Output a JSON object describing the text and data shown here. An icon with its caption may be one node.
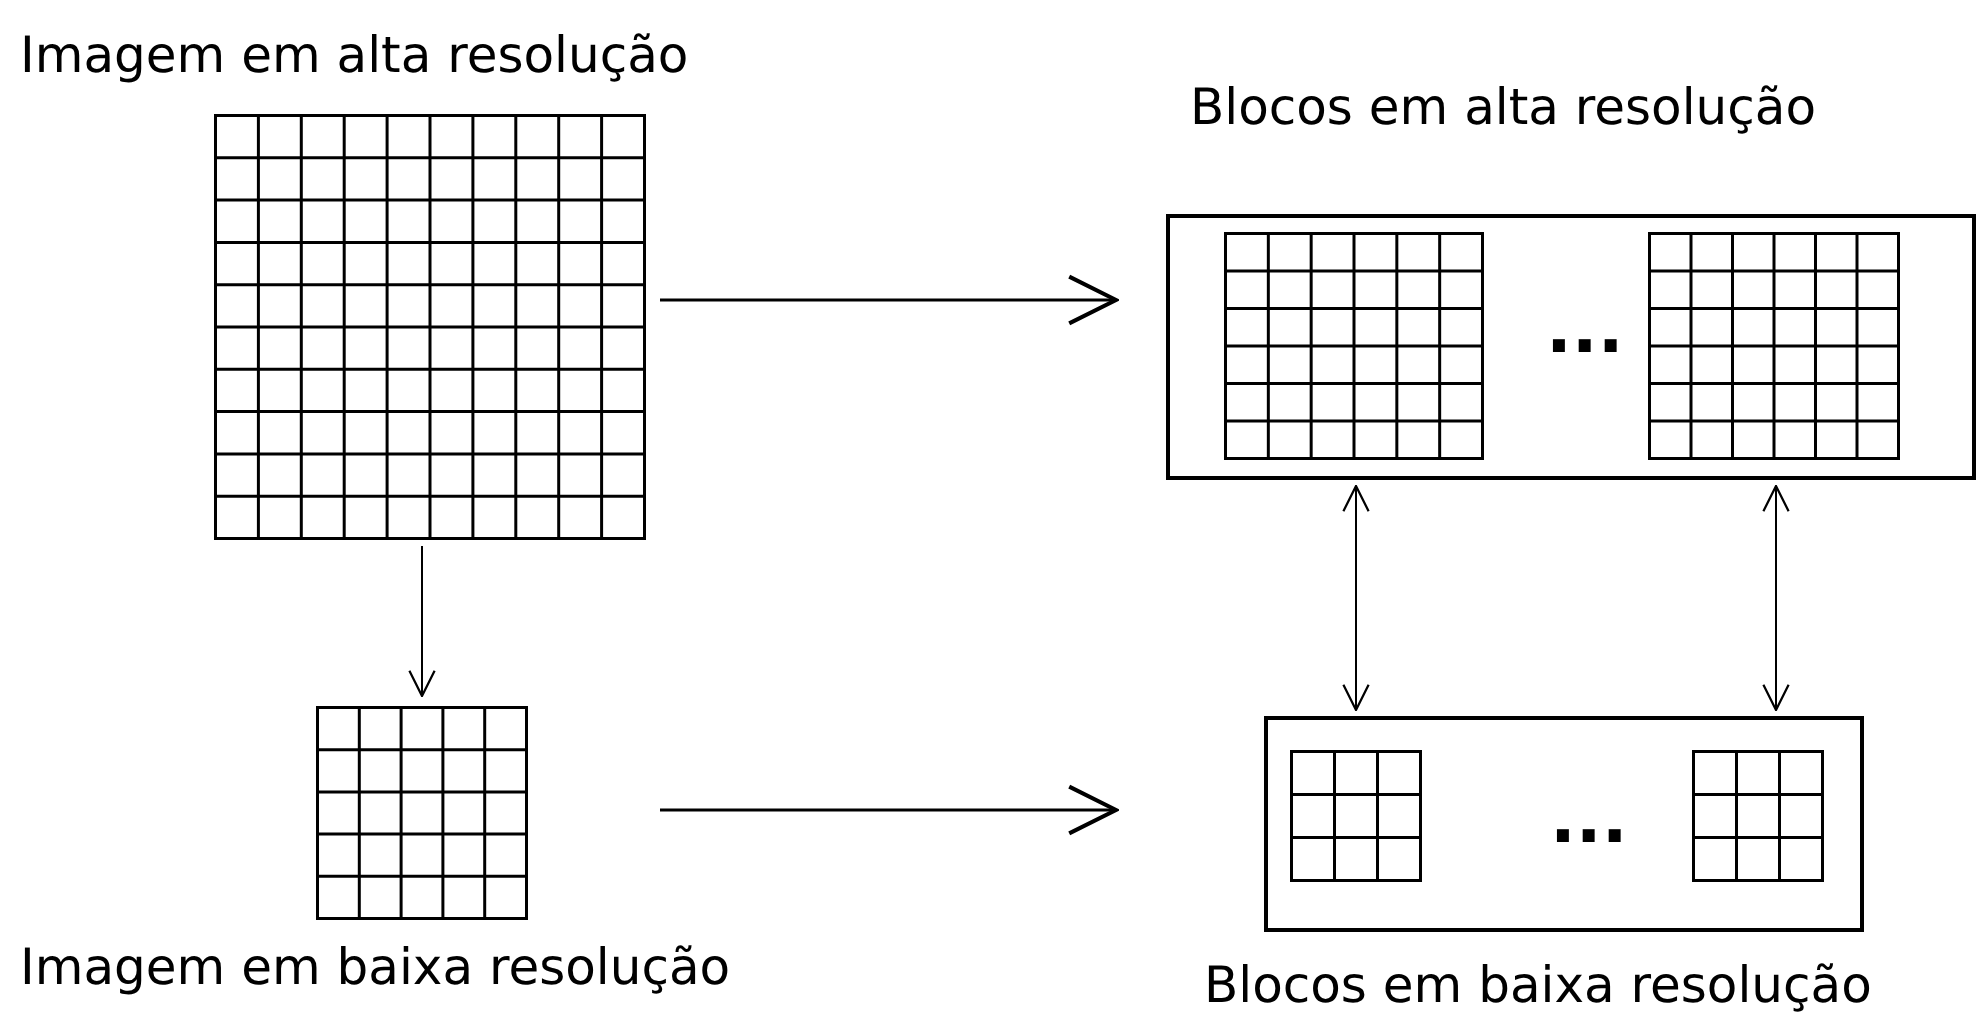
{
  "diagram": {
    "nodes": [
      {
        "text": [
          "Imagem em alta resolução"
        ]
      },
      {
        "text": [
          "Imagem em baixa resolução"
        ]
      },
      {
        "text": [
          "Blocos em alta resolução"
        ]
      },
      {
        "text": [],
        "shape": "grid",
        "in": 2
      },
      {
        "text": [],
        "shape": "grid",
        "in": 2
      },
      {
        "text": [
          "Blocos em baixa resolução"
        ]
      },
      {
        "text": [],
        "shape": "grid",
        "in": 5
      },
      {
        "text": [],
        "shape": "grid",
        "in": 5
      }
    ],
    "edges": [
      {
        "from": 0,
        "to": 2,
        "arrow": "to"
      },
      {
        "from": 0,
        "to": 1,
        "arrow": "to"
      },
      {
        "from": 2,
        "to": 5,
        "arrow": "both"
      },
      {
        "from": 2,
        "to": 5,
        "arrow": "both"
      },
      {
        "from": 1,
        "to": 5,
        "arrow": "to"
      }
    ],
    "labels": [
      "...",
      "..."
    ]
  }
}
